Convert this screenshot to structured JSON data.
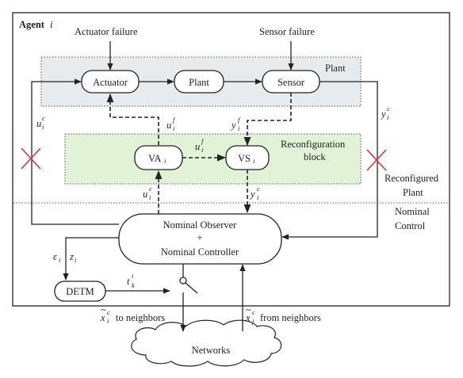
{
  "agent": {
    "title": "Agent",
    "index": "i"
  },
  "failures": {
    "actuator": "Actuator failure",
    "sensor": "Sensor failure"
  },
  "plant_region": {
    "label": "Plant"
  },
  "blocks": {
    "actuator": "Actuator",
    "plant": "Plant",
    "sensor": "Sensor",
    "va": "VA",
    "vs": "VS",
    "observer_line1": "Nominal Observer",
    "observer_plus": "+",
    "observer_line2": "Nominal Controller",
    "detm": "DETM",
    "networks": "Networks"
  },
  "reconfig_region": {
    "line1": "Reconfiguration",
    "line2": "block"
  },
  "side_labels": {
    "reconfigured_line1": "Reconfigured",
    "reconfigured_line2": "Plant",
    "nominal_line1": "Nominal",
    "nominal_line2": "Control"
  },
  "signals": {
    "u": "u",
    "y": "y",
    "t": "t",
    "x": "x",
    "c": "c",
    "f": "f",
    "i": "i",
    "j": "j",
    "k": "k",
    "epsilon": "ε",
    "z": "z"
  },
  "edge_labels": {
    "to_neighbors": "to neighbors",
    "from_neighbors": "from neighbors"
  },
  "colors": {
    "plant_fill": "#e8ebee",
    "reconfig_fill": "#e2f2d6",
    "cross": "#e03030",
    "stroke": "#222222"
  }
}
